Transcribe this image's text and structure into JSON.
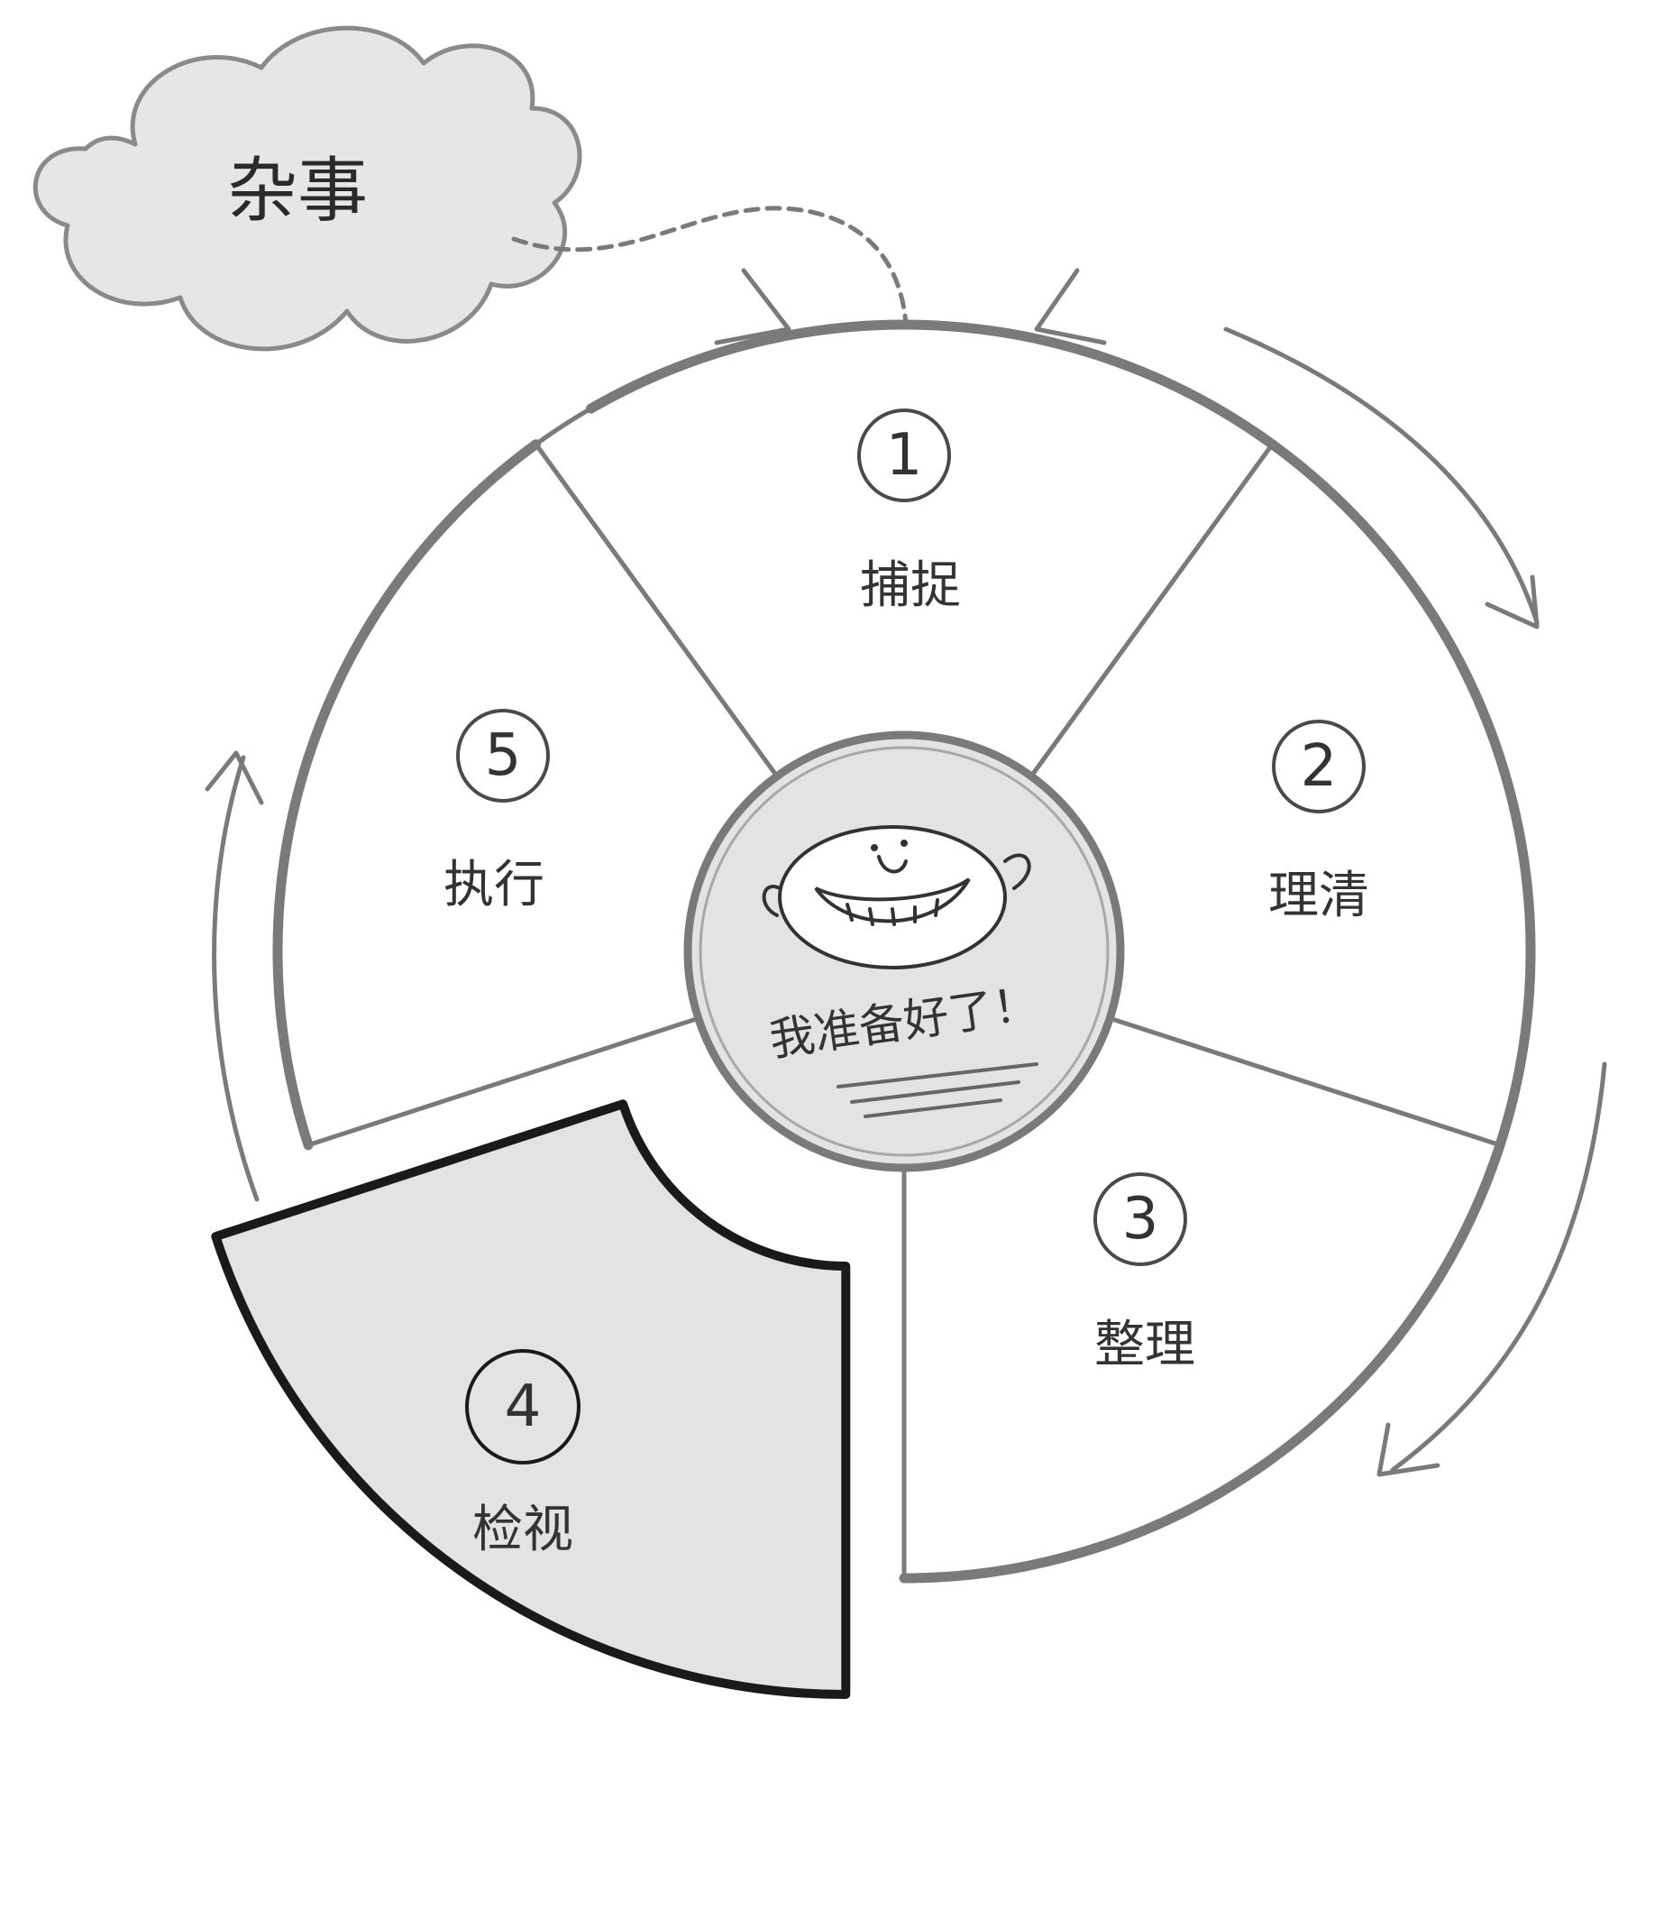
{
  "cloud": {
    "label": "杂事"
  },
  "hub": {
    "label": "我准备好了！"
  },
  "steps": [
    {
      "number": "1",
      "label": "捕捉"
    },
    {
      "number": "2",
      "label": "理清"
    },
    {
      "number": "3",
      "label": "整理"
    },
    {
      "number": "4",
      "label": "检视",
      "highlighted": true
    },
    {
      "number": "5",
      "label": "执行"
    }
  ],
  "colors": {
    "line": "#7a7a7a",
    "highlight_fill": "#e2e3e5",
    "highlight_stroke": "#1a1a1a",
    "cloud_fill": "#e5e6e8"
  }
}
